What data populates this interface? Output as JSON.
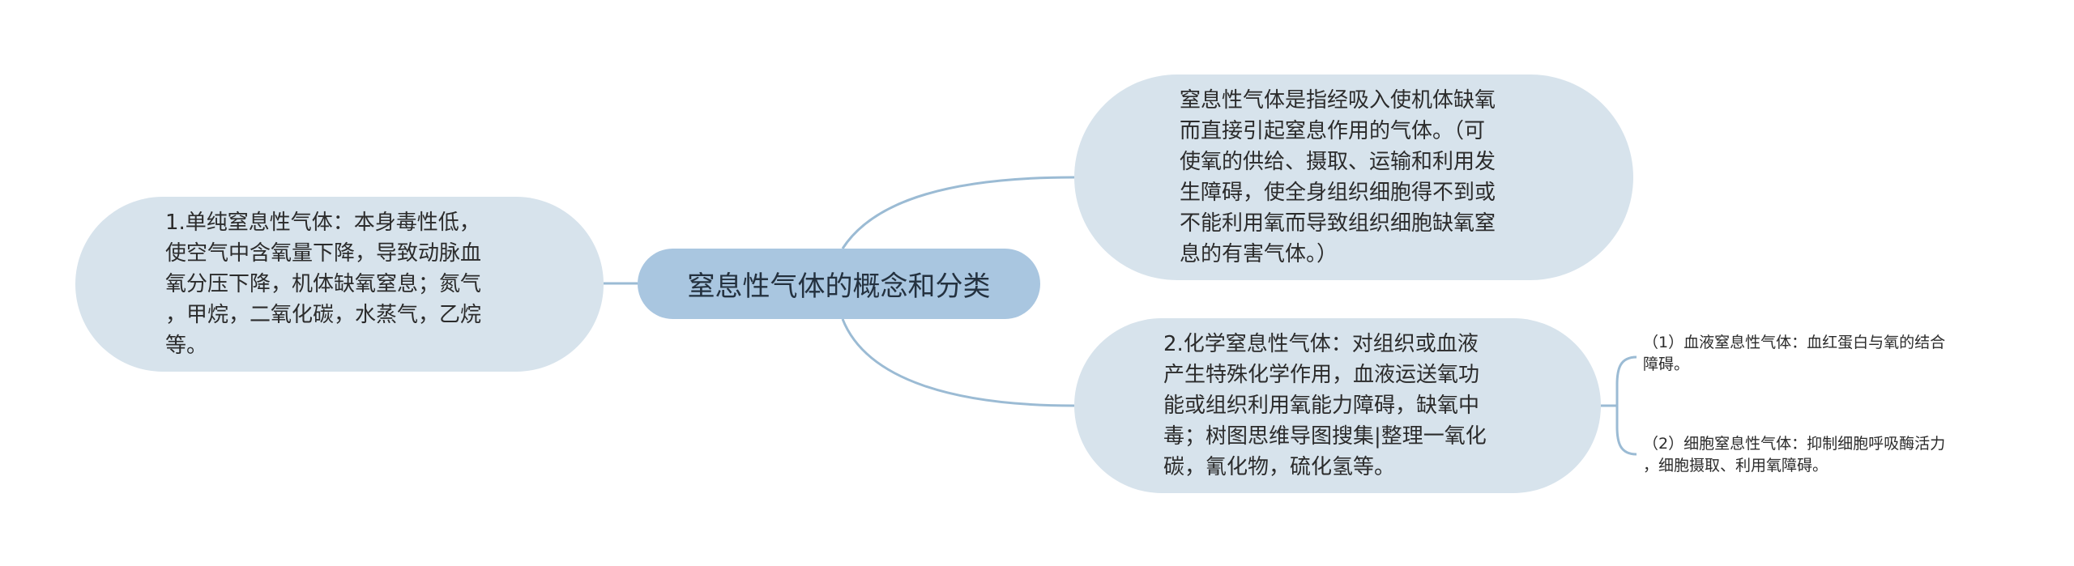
{
  "root": {
    "label": "窒息性气体的概念和分类"
  },
  "nodes": {
    "simple": "1.单纯窒息性气体：本身毒性低，\n使空气中含氧量下降，导致动脉血\n氧分压下降，机体缺氧窒息；氮气\n，甲烷，二氧化碳，水蒸气，乙烷\n等。",
    "definition": "窒息性气体是指经吸入使机体缺氧\n而直接引起窒息作用的气体。（可\n使氧的供给、摄取、运输和利用发\n生障碍，使全身组织细胞得不到或\n不能利用氧而导致组织细胞缺氧窒\n息的有害气体。）",
    "chemical": "2.化学窒息性气体：对组织或血液\n产生特殊化学作用，血液运送氧功\n能或组织利用氧能力障碍，缺氧中\n毒；树图思维导图搜集|整理一氧化\n碳，氰化物，硫化氢等。"
  },
  "leaves": {
    "blood": "（1）血液窒息性气体：血红蛋白与氧的结合\n障碍。",
    "cell": "（2）细胞窒息性气体：抑制细胞呼吸酶活力\n，细胞摄取、利用氧障碍。"
  },
  "colors": {
    "root_fill": "#a9c6e0",
    "node_fill": "#d7e3ec",
    "link": "#9bbbd4"
  }
}
